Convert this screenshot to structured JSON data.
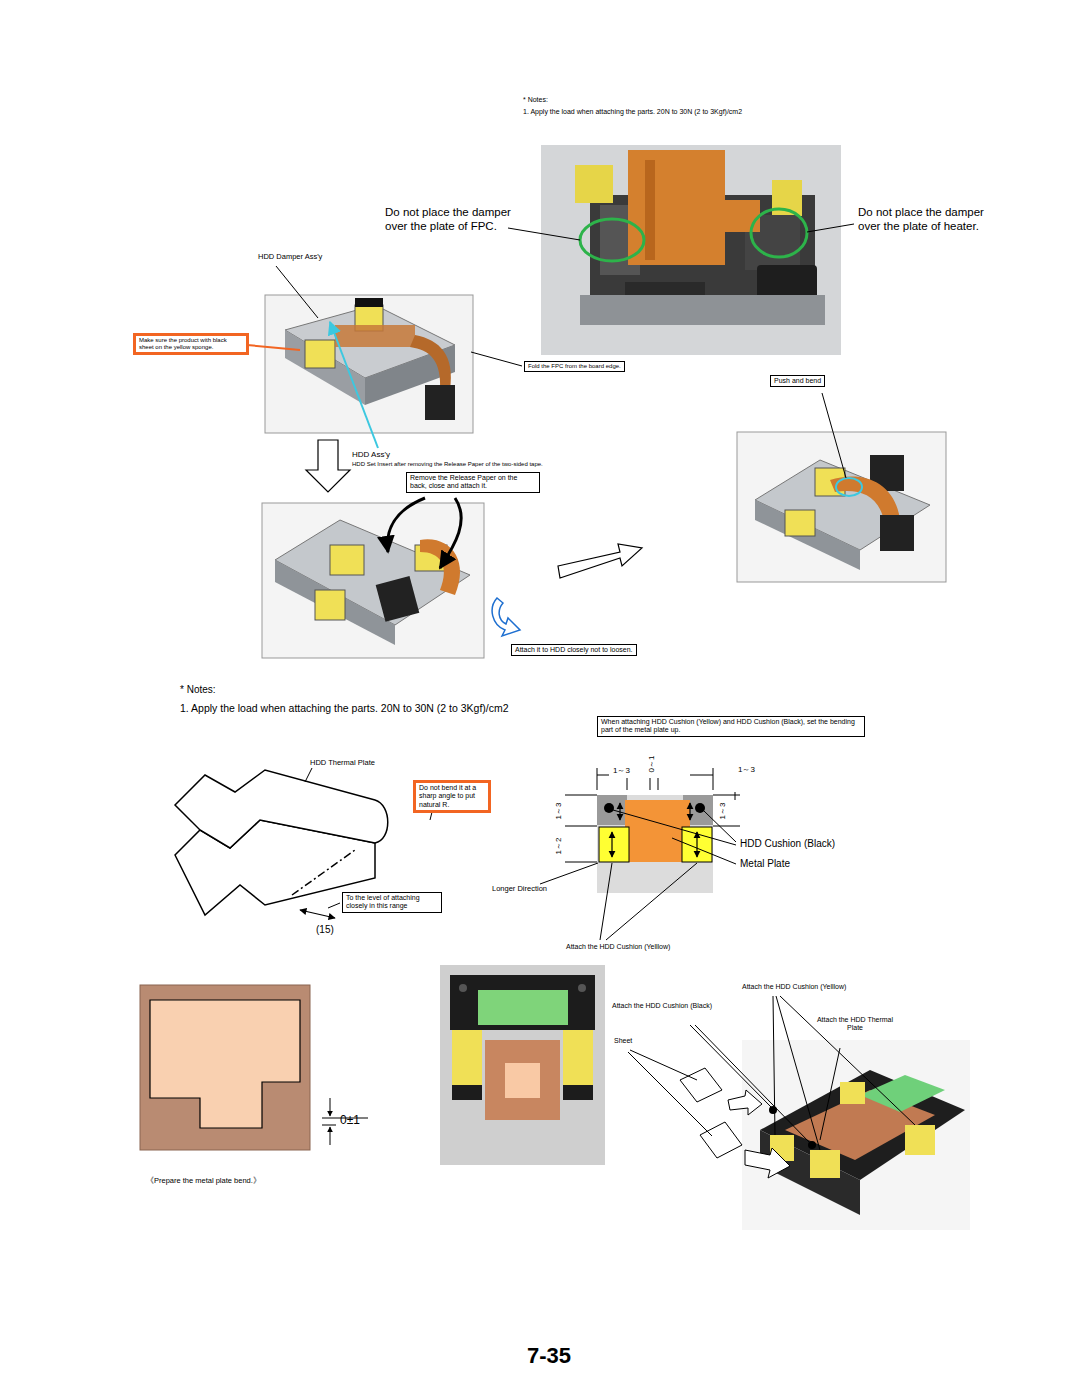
{
  "diagram": {
    "nodes": [
      {
        "text": [
          "Make sure the product with black sheet on the yellow sponge."
        ]
      },
      {
        "text": [
          "Fold the FPC from the board edge."
        ]
      },
      {
        "text": [
          "Push and bend"
        ]
      },
      {
        "text": [
          "Remove the Release Paper on the back, close and attach it."
        ]
      },
      {
        "text": [
          "Attach it to HDD closely not to loosen."
        ]
      },
      {
        "text": [
          "When attaching HDD Cushion (Yellow) and HDD Cushion (Black), set the bending part of the metal plate up."
        ]
      },
      {
        "text": [
          "Do not bend it at a sharp angle to put natural R."
        ]
      },
      {
        "text": [
          "To the level of attaching closely in this range"
        ]
      }
    ],
    "labels": [
      "* Notes:",
      "1. Apply the load when attaching the parts. 20N to 30N (2 to 3Kgf)/cm2",
      "Do not place the damper over the plate of FPC.",
      "Do not place the damper over the plate of heater.",
      "HDD Damper Ass'y",
      "HDD Ass'y",
      "HDD Set Insert after removing the Release Paper of the two-sided tape.",
      "* Notes:",
      "1. Apply the load when attaching the parts. 20N to 30N (2 to 3Kgf)/cm2",
      "HDD Thermal Plate",
      "(15)",
      "1～3",
      "0～1",
      "1～3",
      "1～3",
      "1～2",
      "1～3",
      "HDD Cushion (Black)",
      "Metal Plate",
      "Longer Direction",
      "Attach the HDD Cushion (Yelllow)",
      "0±1",
      "《Prepare the metal plate bend.》",
      "Attach the HDD Cushion (Yelllow)",
      "Attach the HDD Cushion (Black)",
      "Sheet",
      "Attach the HDD Thermal Plate",
      "7-35"
    ]
  }
}
